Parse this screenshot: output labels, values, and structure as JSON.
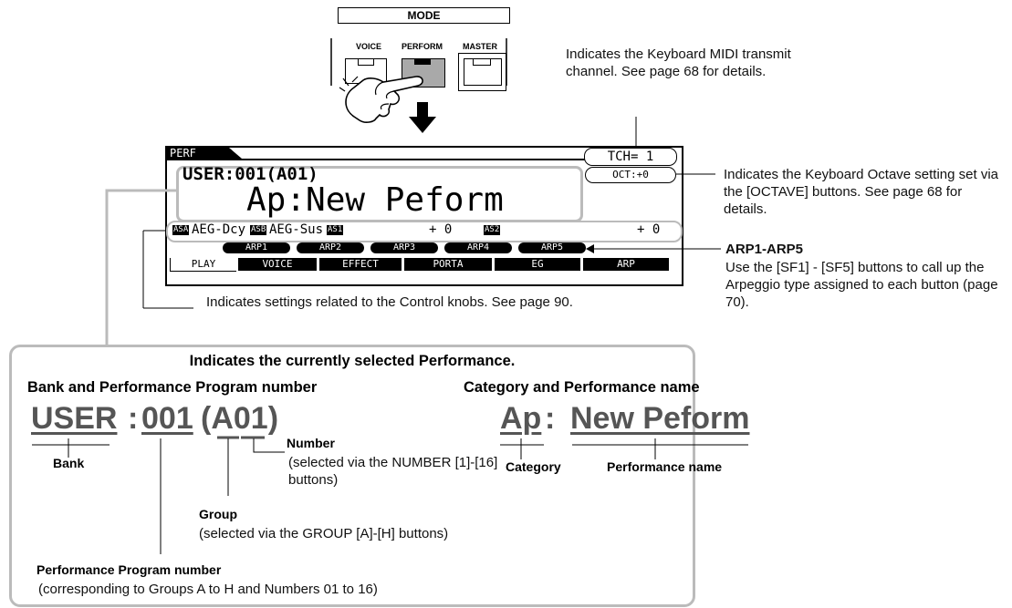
{
  "mode_panel": {
    "title": "MODE",
    "buttons": [
      "VOICE",
      "PERFORM",
      "MASTER"
    ]
  },
  "lcd": {
    "mode_tag": "PERF",
    "tch": "TCH= 1",
    "bank_line": "USER:001(A01)",
    "oct": "OCT:+0",
    "perf_name": "Ap:New Peform",
    "knob_tags": [
      "ASA",
      "ASB",
      "AS1",
      "AS2"
    ],
    "knob_values": [
      "AEG-Dcy",
      "AEG-Sus",
      "+ 0",
      "+ 0"
    ],
    "arp_buttons": [
      "ARP1",
      "ARP2",
      "ARP3",
      "ARP4",
      "ARP5"
    ],
    "tabs": [
      "PLAY",
      "VOICE",
      "EFFECT",
      "PORTA",
      "EG",
      "ARP"
    ]
  },
  "notes": {
    "tch": "Indicates the Keyboard MIDI transmit channel. See page 68 for details.",
    "octave": "Indicates the Keyboard Octave setting set via the [OCTAVE] buttons. See page 68 for details.",
    "arp_title": "ARP1-ARP5",
    "arp_body": "Use the [SF1] - [SF5] buttons to call up the Arpeggio type assigned to each button (page 70).",
    "knobs": "Indicates settings related to the Control knobs. See page 90."
  },
  "detail": {
    "heading": "Indicates the currently selected Performance.",
    "left_heading": "Bank and Performance Program number",
    "right_heading": "Category and Performance name",
    "bank_value": "USER",
    "sep1": ":",
    "number_value": "001",
    "group_value": "(A01)",
    "category_value": "Ap",
    "sep2": ":",
    "name_value": "New Peform",
    "label_bank": "Bank",
    "label_number_title": "Number",
    "label_number_body": "(selected via the NUMBER [1]-[16] buttons)",
    "label_group_title": "Group",
    "label_group_body": "(selected via the GROUP [A]-[H] buttons)",
    "label_program_title": "Performance Program number",
    "label_program_body": "(corresponding to Groups A to H and Numbers 01 to 16)",
    "label_category": "Category",
    "label_perf_name": "Performance name"
  }
}
